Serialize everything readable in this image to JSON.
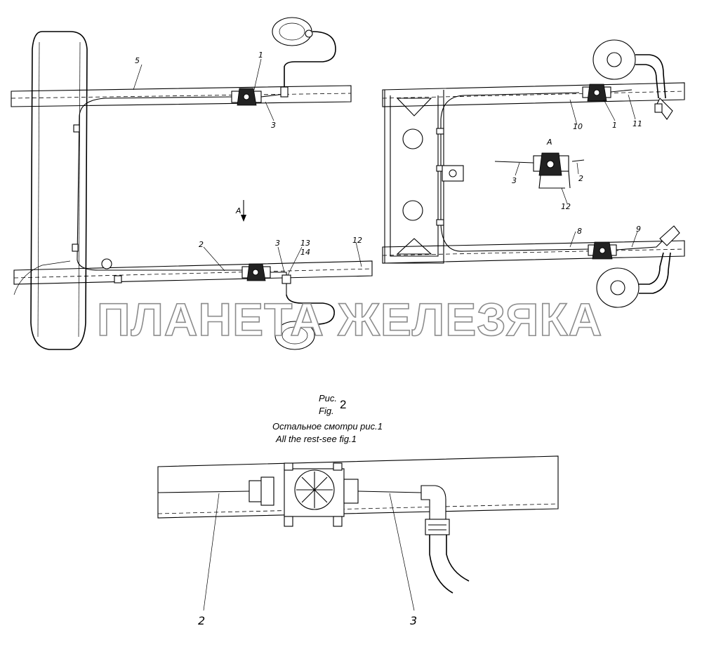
{
  "callouts": {
    "left_1": "1",
    "left_5": "5",
    "left_3_top": "3",
    "left_A": "A",
    "left_2": "2",
    "left_3_bottom": "3",
    "left_13": "13",
    "left_14": "14",
    "left_12": "12",
    "right_1": "1",
    "right_10": "10",
    "right_11": "11",
    "right_A": "A",
    "right_3": "3",
    "right_2": "2",
    "right_12": "12",
    "right_8": "8",
    "right_9": "9",
    "detail_2": "2",
    "detail_3": "3"
  },
  "caption": {
    "ris": "Рис.",
    "fig": "Fig.",
    "number": "2",
    "note_ru": "Остальное смотри рис.1",
    "note_en": "All the rest-see fig.1"
  },
  "watermark": "ПЛАНЕТА ЖЕЛЕЗЯКА"
}
